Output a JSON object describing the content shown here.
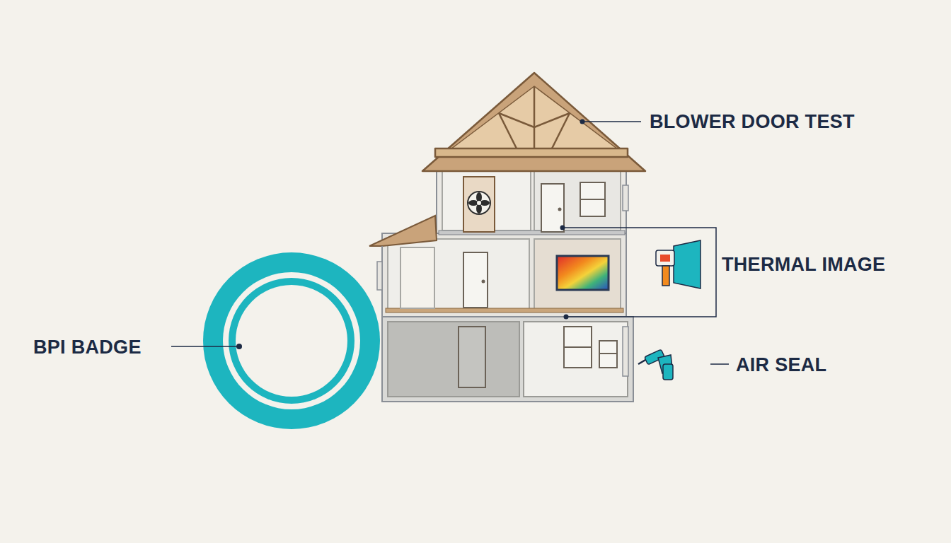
{
  "diagram": {
    "labels": [
      "BLOWER DOOR TEST",
      "THERMAL IMAGE",
      "BPI BADGE",
      "AIR SEAL"
    ]
  }
}
